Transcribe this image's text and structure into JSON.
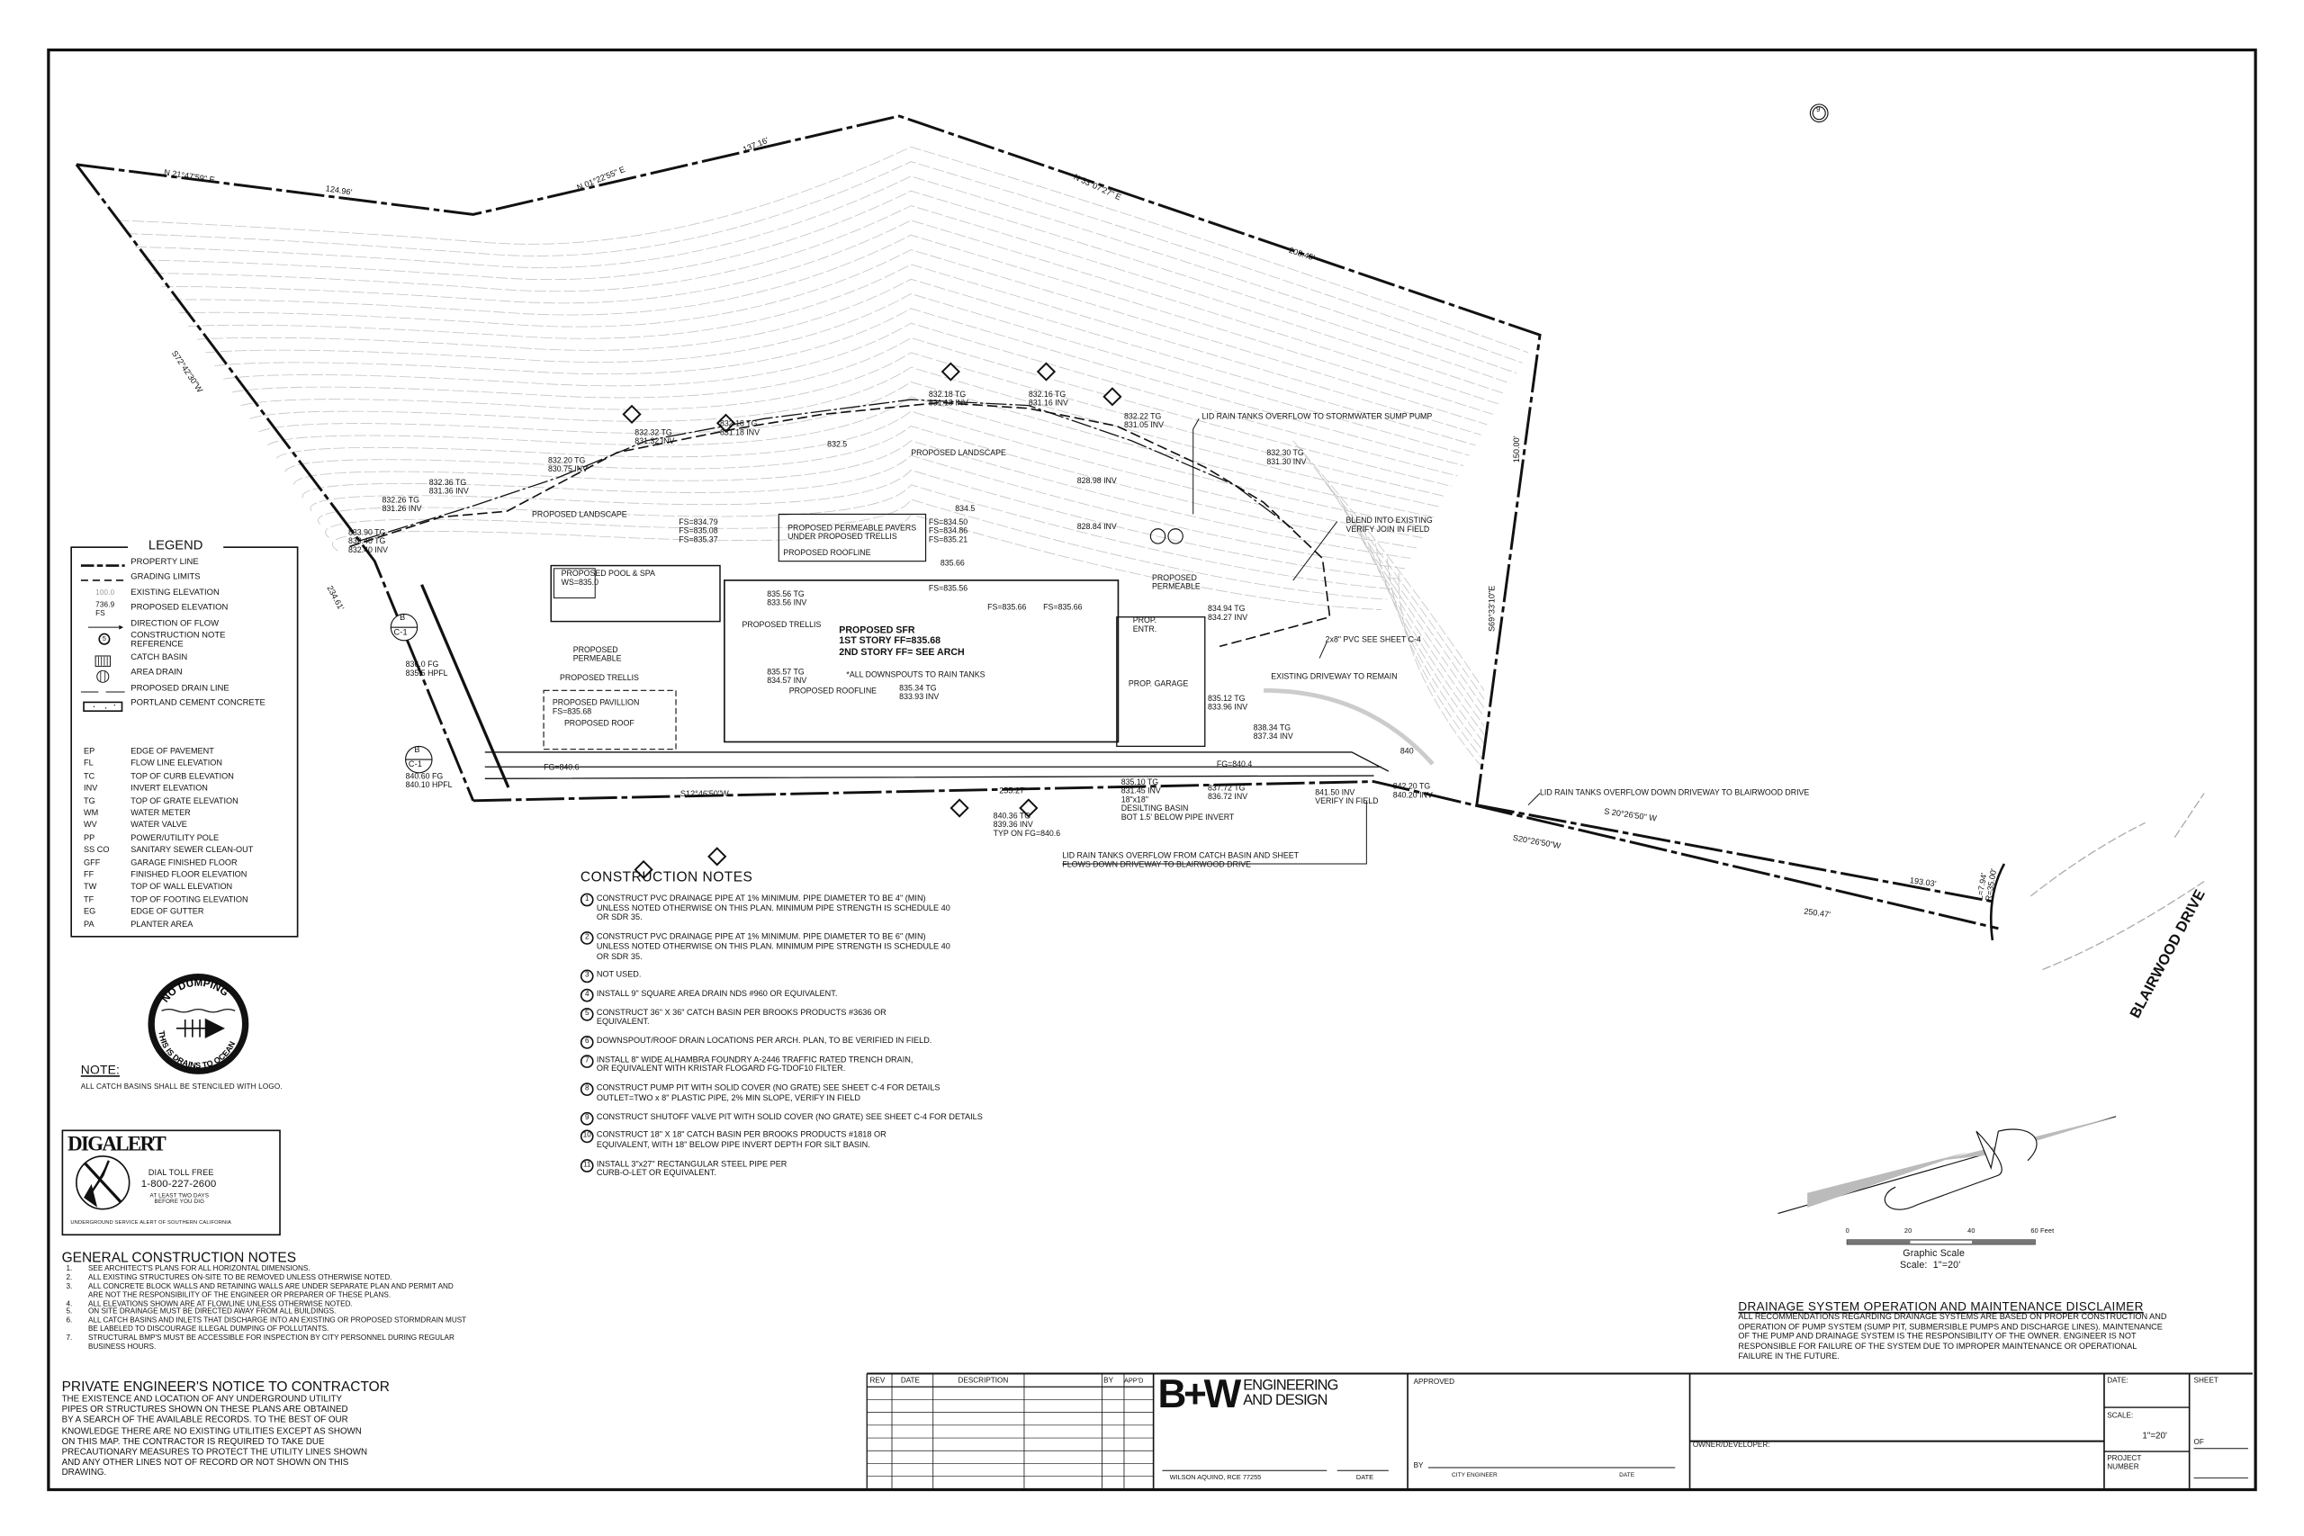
{
  "sheet_marker": "9",
  "boundary": {
    "labels": [
      "N 21°47'59\" E",
      "124.96'",
      "N 01°22'55\" E",
      "137.16'",
      "N 33°07'27\" E",
      "208.45'",
      "S72°42'30\"W",
      "234.61'",
      "150.00'",
      "S69°33'10\"E",
      "S 20°26'50\" W",
      "193.03'",
      "S20°26'50\"W",
      "250.47'",
      "S12°46'50\"W",
      "255.27'",
      "L=7.94'\nR=35.00'"
    ]
  },
  "street_name": "BLAIRWOOD DRIVE",
  "detail_refs": [
    {
      "top": "B",
      "bottom": "C-1"
    },
    {
      "top": "B",
      "bottom": "C-1"
    }
  ],
  "plan": {
    "annotations": [
      "PROPOSED LANDSCAPE",
      "PROPOSED LANDSCAPE",
      "PROPOSED POOL & SPA\nWS=835.0",
      "PROPOSED PERMEABLE PAVERS\nUNDER PROPOSED TRELLIS",
      "PROPOSED ROOFLINE",
      "PROPOSED TRELLIS",
      "PROPOSED SFR\n1ST STORY FF=835.68\n2ND STORY FF= SEE ARCH",
      "*ALL DOWNSPOUTS TO RAIN TANKS",
      "PROPOSED ROOFLINE",
      "PROPOSED\nPERMEABLE",
      "PROPOSED TRELLIS",
      "PROPOSED PAVILLION\nFS=835.68",
      "PROPOSED ROOF",
      "PROP. GARAGE",
      "PROP.\nENTR.",
      "PROPOSED\nPERMEABLE",
      "LID RAIN TANKS OVERFLOW TO STORMWATER SUMP PUMP",
      "BLEND INTO EXISTING\nVERIFY JOIN IN FIELD",
      "2x8\" PVC SEE SHEET C-4",
      "EXISTING DRIVEWAY TO REMAIN",
      "LID RAIN TANKS OVERFLOW DOWN DRIVEWAY TO BLAIRWOOD DRIVE",
      "LID RAIN TANKS OVERFLOW FROM CATCH BASIN AND SHEET\nFLOWS DOWN DRIVEWAY TO BLAIRWOOD DRIVE",
      "835.10 TG\n831.45 INV\n18\"x18\"\nDESILTING BASIN\nBOT 1.5' BELOW PIPE INVERT",
      "841.50 INV\nVERIFY IN FIELD",
      "842.20 TG\n840.20 INV",
      "840.36 TG\n839.36 INV\nTYP ON FG=840.6",
      "832.18 TG\n831.18 INV",
      "832.16 TG\n831.16 INV",
      "832.22 TG\n831.05 INV",
      "832.30 TG\n831.30 INV",
      "832.18 TG\n831.18 INV",
      "832.32 TG\n831.32 INV",
      "832.20 TG\n830.75 INV",
      "832.36 TG\n831.36 INV",
      "832.26 TG\n831.26 INV",
      "833.90 TC\n833.40 TG\n832.40 INV",
      "834.94 TG\n834.27 INV",
      "835.12 TG\n833.96 INV",
      "838.34 TG\n837.34 INV",
      "837.72 TG\n836.72 INV",
      "FS=834.79\nFS=835.08\nFS=835.37",
      "FS=834.50\nFS=834.86\nFS=835.21",
      "FS=835.56",
      "FS=835.66",
      "FS=835.66",
      "835.34 TG\n833.93 INV",
      "835.56 TG\n833.56 INV",
      "835.57 TG\n834.57 INV",
      "FG=840.6",
      "840",
      "836.0 FG\n835.5 HPFL",
      "840.60 FG\n840.10 HPFL",
      "828.98 INV",
      "828.84 INV",
      "FG=840.4",
      "832.5",
      "834.5",
      "835.66"
    ]
  },
  "legend": {
    "title": "LEGEND",
    "items": [
      {
        "symbol": "property-line",
        "label": "PROPERTY LINE"
      },
      {
        "symbol": "grading-limits",
        "label": "GRADING LIMITS"
      },
      {
        "symbol": "existing-elevation",
        "label": "EXISTING ELEVATION",
        "sample": "100.0"
      },
      {
        "symbol": "proposed-elevation",
        "label": "PROPOSED ELEVATION",
        "sample": "736.9\nFS"
      },
      {
        "symbol": "flow-arrow",
        "label": "DIRECTION OF FLOW"
      },
      {
        "symbol": "note-circle",
        "label": "CONSTRUCTION NOTE\nREFERENCE",
        "sample": "5"
      },
      {
        "symbol": "catch-basin",
        "label": "CATCH BASIN"
      },
      {
        "symbol": "area-drain",
        "label": "AREA DRAIN"
      },
      {
        "symbol": "drain-line",
        "label": "PROPOSED DRAIN LINE"
      },
      {
        "symbol": "concrete",
        "label": "PORTLAND CEMENT CONCRETE"
      }
    ],
    "abbreviations": [
      [
        "EP",
        "EDGE OF PAVEMENT"
      ],
      [
        "FL",
        "FLOW LINE ELEVATION"
      ],
      [
        "TC",
        "TOP OF CURB ELEVATION"
      ],
      [
        "INV",
        "INVERT ELEVATION"
      ],
      [
        "TG",
        "TOP OF GRATE ELEVATION"
      ],
      [
        "WM",
        "WATER METER"
      ],
      [
        "WV",
        "WATER VALVE"
      ],
      [
        "PP",
        "POWER/UTILITY POLE"
      ],
      [
        "SS CO",
        "SANITARY SEWER CLEAN-OUT"
      ],
      [
        "GFF",
        "GARAGE FINISHED FLOOR"
      ],
      [
        "FF",
        "FINISHED FLOOR ELEVATION"
      ],
      [
        "TW",
        "TOP OF WALL ELEVATION"
      ],
      [
        "TF",
        "TOP OF FOOTING ELEVATION"
      ],
      [
        "EG",
        "EDGE OF GUTTER"
      ],
      [
        "PA",
        "PLANTER AREA"
      ]
    ]
  },
  "no_dumping_logo": {
    "top": "NO DUMPING",
    "bottom": "THIS IS DRAINS TO OCEAN"
  },
  "stencil_note": {
    "title": "NOTE:",
    "text": "ALL CATCH BASINS SHALL BE STENCILED WITH LOGO."
  },
  "digalert": {
    "logo": "DIGALERT",
    "line1": "DIAL TOLL FREE",
    "phone": "1-800-227-2600",
    "line3": "AT LEAST TWO DAYS\nBEFORE YOU DIG",
    "footer": "UNDERGROUND SERVICE ALERT OF SOUTHERN CALIFORNIA"
  },
  "construction_notes": {
    "title": "CONSTRUCTION NOTES",
    "items": [
      {
        "num": "1",
        "text": "CONSTRUCT PVC DRAINAGE PIPE AT 1% MINIMUM. PIPE DIAMETER TO BE 4\" (MIN)\nUNLESS NOTED OTHERWISE ON THIS PLAN. MINIMUM PIPE STRENGTH IS SCHEDULE 40\nOR SDR 35."
      },
      {
        "num": "2",
        "text": "CONSTRUCT PVC DRAINAGE PIPE AT 1% MINIMUM. PIPE DIAMETER TO BE 6\" (MIN)\nUNLESS NOTED OTHERWISE ON THIS PLAN. MINIMUM PIPE STRENGTH IS SCHEDULE 40\nOR SDR 35."
      },
      {
        "num": "3",
        "text": "NOT USED."
      },
      {
        "num": "4",
        "text": "INSTALL 9\" SQUARE AREA DRAIN NDS #960 OR EQUIVALENT."
      },
      {
        "num": "5",
        "text": "CONSTRUCT 36\" X 36\" CATCH BASIN PER BROOKS PRODUCTS #3636 OR\nEQUIVALENT."
      },
      {
        "num": "6",
        "text": "DOWNSPOUT/ROOF DRAIN LOCATIONS PER ARCH. PLAN, TO BE VERIFIED IN FIELD."
      },
      {
        "num": "7",
        "text": "INSTALL 8\" WIDE ALHAMBRA FOUNDRY A-2446 TRAFFIC RATED TRENCH DRAIN,\nOR EQUIVALENT WITH KRISTAR FLOGARD FG-TDOF10 FILTER."
      },
      {
        "num": "8",
        "text": "CONSTRUCT PUMP PIT WITH SOLID COVER (NO GRATE) SEE SHEET C-4 FOR DETAILS\nOUTLET=TWO x 8\" PLASTIC PIPE, 2% MIN SLOPE, VERIFY IN FIELD"
      },
      {
        "num": "9",
        "text": "CONSTRUCT SHUTOFF VALVE PIT WITH SOLID COVER (NO GRATE) SEE SHEET C-4 FOR DETAILS"
      },
      {
        "num": "10",
        "text": "CONSTRUCT 18\" X 18\" CATCH BASIN PER BROOKS PRODUCTS #1818 OR\nEQUIVALENT, WITH 18\" BELOW PIPE INVERT DEPTH FOR SILT BASIN."
      },
      {
        "num": "11",
        "text": "INSTALL 3\"x27\" RECTANGULAR STEEL PIPE PER\nCURB-O-LET OR EQUIVALENT."
      }
    ]
  },
  "general_notes": {
    "title": "GENERAL CONSTRUCTION NOTES",
    "items": [
      "SEE ARCHITECT'S PLANS FOR ALL HORIZONTAL DIMENSIONS.",
      "ALL EXISTING STRUCTURES ON-SITE TO BE REMOVED UNLESS OTHERWISE NOTED.",
      "ALL CONCRETE BLOCK WALLS AND RETAINING WALLS ARE UNDER SEPARATE PLAN AND PERMIT AND\nARE NOT THE RESPONSIBILITY OF THE ENGINEER OR PREPARER OF THESE PLANS.",
      "ALL ELEVATIONS SHOWN ARE AT FLOWLINE UNLESS OTHERWISE NOTED.",
      "ON SITE DRAINAGE MUST BE DIRECTED AWAY FROM ALL BUILDINGS.",
      "ALL CATCH BASINS AND INLETS THAT DISCHARGE INTO AN EXISTING OR PROPOSED STORMDRAIN MUST\nBE LABELED TO DISCOURAGE ILLEGAL DUMPING OF POLLUTANTS.",
      "STRUCTURAL BMP'S MUST BE ACCESSIBLE FOR INSPECTION BY CITY PERSONNEL DURING REGULAR\nBUSINESS HOURS."
    ]
  },
  "notice": {
    "title": "PRIVATE ENGINEER'S NOTICE TO CONTRACTOR",
    "text": "THE EXISTENCE AND LOCATION OF ANY UNDERGROUND UTILITY\nPIPES OR STRUCTURES SHOWN ON THESE PLANS ARE OBTAINED\nBY A SEARCH OF THE AVAILABLE RECORDS. TO THE BEST OF OUR\nKNOWLEDGE THERE ARE NO EXISTING UTILITIES EXCEPT AS SHOWN\nON THIS MAP. THE CONTRACTOR IS REQUIRED TO TAKE DUE\nPRECAUTIONARY MEASURES TO PROTECT THE UTILITY LINES SHOWN\nAND ANY OTHER LINES NOT OF RECORD OR NOT SHOWN ON THIS\nDRAWING."
  },
  "disclaimer": {
    "title": "DRAINAGE SYSTEM OPERATION AND MAINTENANCE DISCLAIMER",
    "text": "ALL RECOMMENDATIONS REGARDING DRAINAGE SYSTEMS ARE BASED ON PROPER CONSTRUCTION AND\nOPERATION OF PUMP SYSTEM (SUMP PIT, SUBMERSIBLE PUMPS AND DISCHARGE LINES). MAINTENANCE\nOF THE PUMP AND DRAINAGE SYSTEM IS THE RESPONSIBILITY OF THE OWNER. ENGINEER IS NOT\nRESPONSIBLE FOR FAILURE OF THE SYSTEM DUE TO IMPROPER MAINTENANCE OR OPERATIONAL\nFAILURE IN THE FUTURE."
  },
  "graphic_scale": {
    "ticks": [
      "0",
      "20",
      "40",
      "60 Feet"
    ],
    "title": "Graphic Scale",
    "scale": "Scale:  1\"=20'"
  },
  "title_block": {
    "rev_headers": [
      "REV",
      "DATE",
      "DESCRIPTION",
      "BY",
      "APP'D"
    ],
    "firm_mark": "B+W",
    "firm_name": "ENGINEERING\nAND DESIGN",
    "engineer": "WILSON AQUINO, RCE 77255",
    "engineer_date": "DATE",
    "approved": "APPROVED",
    "by": "BY",
    "city_engineer": "CITY ENGINEER",
    "city_date": "DATE",
    "owner": "OWNER/DEVELOPER:",
    "date_label": "DATE:",
    "scale_label": "SCALE:",
    "scale_value": "1\"=20'",
    "project_label": "PROJECT\nNUMBER",
    "sheet_label": "SHEET",
    "of_label": "OF"
  }
}
